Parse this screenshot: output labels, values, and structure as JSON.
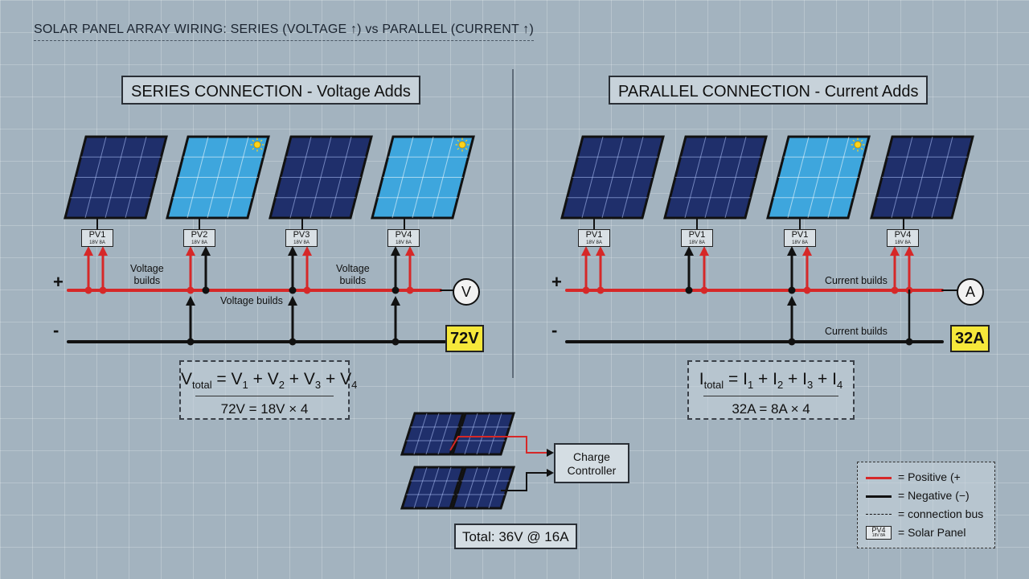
{
  "title": "SOLAR PANEL ARRAY WIRING: SERIES (VOLTAGE ↑) vs PARALLEL (CURRENT ↑)",
  "colors": {
    "positive": "#d62828",
    "negative": "#111111",
    "panel_dark": "#1f2f6b",
    "panel_light": "#3ea6dd",
    "meter_reading": "#f6e83a"
  },
  "series": {
    "heading": "SERIES CONNECTION - Voltage Adds",
    "panels": [
      {
        "label": "PV1",
        "sub": "18V 8A",
        "style": "dark"
      },
      {
        "label": "PV2",
        "sub": "18V 8A",
        "style": "light"
      },
      {
        "label": "PV3",
        "sub": "18V 8A",
        "style": "dark"
      },
      {
        "label": "PV4",
        "sub": "18V 8A",
        "style": "light"
      }
    ],
    "plus_sign": "+",
    "minus_sign": "-",
    "notes": [
      "Voltage\nbuilds",
      "Voltage builds",
      "Voltage\nbuilds"
    ],
    "meter_symbol": "V",
    "reading": "72V",
    "formula_var": "V",
    "formula_total_sub": "total",
    "formula_terms": [
      "1",
      "2",
      "3",
      "4"
    ],
    "formula_result": "72V = 18V × 4"
  },
  "parallel": {
    "heading": "PARALLEL CONNECTION - Current Adds",
    "panels": [
      {
        "label": "PV1",
        "sub": "18V 8A",
        "style": "dark"
      },
      {
        "label": "PV1",
        "sub": "18V 8A",
        "style": "dark"
      },
      {
        "label": "PV1",
        "sub": "18V 8A",
        "style": "light"
      },
      {
        "label": "PV4",
        "sub": "18V 8A",
        "style": "dark"
      }
    ],
    "plus_sign": "+",
    "minus_sign": "-",
    "notes": [
      "Current builds",
      "Current builds"
    ],
    "meter_symbol": "A",
    "reading": "32A",
    "formula_var": "I",
    "formula_total_sub": "total",
    "formula_terms": [
      "1",
      "2",
      "3",
      "4"
    ],
    "formula_result": "32A = 8A × 4"
  },
  "combo": {
    "controller_line1": "Charge",
    "controller_line2": "Controller",
    "total": "Total: 36V @ 16A"
  },
  "legend": {
    "positive": "= Positive (+",
    "negative": "= Negative (−)",
    "bus": "= connection bus",
    "panel": "= Solar Panel",
    "panel_icon_label": "PV4",
    "panel_icon_sub": "18V 8A"
  }
}
